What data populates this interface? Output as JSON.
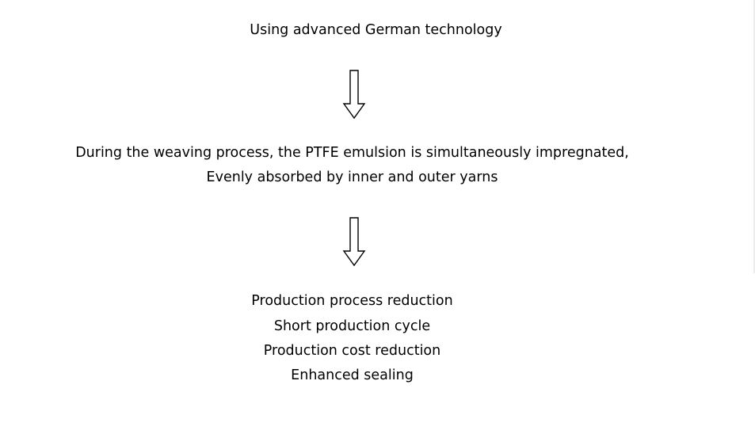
{
  "diagram": {
    "steps": [
      {
        "lines": [
          "Using advanced German technology"
        ]
      },
      {
        "lines": [
          "During the weaving process, the PTFE emulsion is simultaneously impregnated,",
          "Evenly absorbed by inner and outer yarns"
        ]
      },
      {
        "lines": [
          "Production process reduction",
          "Short production cycle",
          "Production cost reduction",
          "Enhanced sealing"
        ]
      }
    ],
    "arrow_icon": "hollow-down-arrow-icon",
    "colors": {
      "background": "#ffffff",
      "text": "#000000",
      "arrow_stroke": "#000000"
    }
  }
}
